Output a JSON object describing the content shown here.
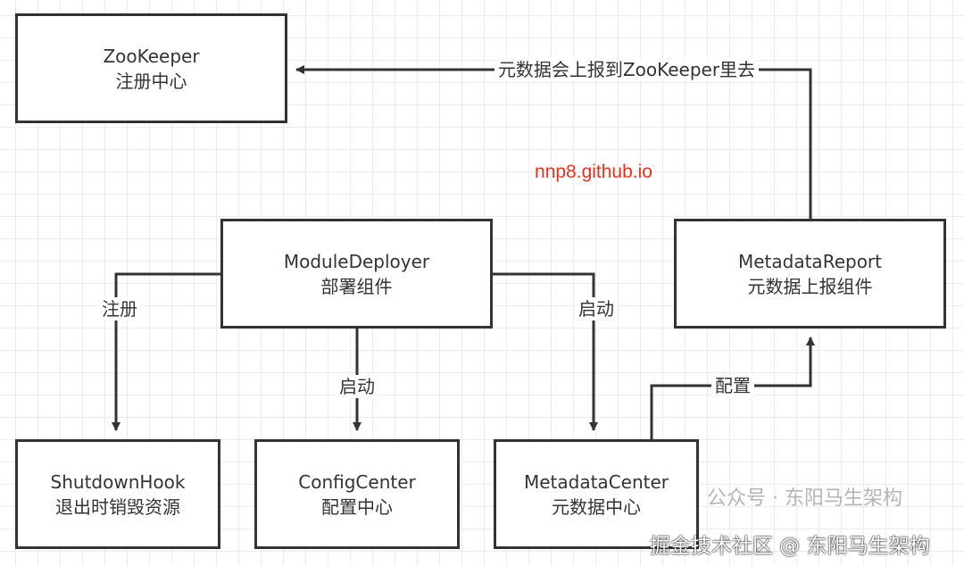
{
  "nodes": [
    {
      "id": "zookeeper",
      "title": "ZooKeeper",
      "subtitle": "注册中心"
    },
    {
      "id": "module-deployer",
      "title": "ModuleDeployer",
      "subtitle": "部署组件"
    },
    {
      "id": "metadata-report",
      "title": "MetadataReport",
      "subtitle": "元数据上报组件"
    },
    {
      "id": "shutdown-hook",
      "title": "ShutdownHook",
      "subtitle": "退出时销毁资源"
    },
    {
      "id": "config-center",
      "title": "ConfigCenter",
      "subtitle": "配置中心"
    },
    {
      "id": "metadata-center",
      "title": "MetadataCenter",
      "subtitle": "元数据中心"
    }
  ],
  "edges": [
    {
      "from": "metadata-report",
      "to": "zookeeper",
      "label": "元数据会上报到ZooKeeper里去"
    },
    {
      "from": "module-deployer",
      "to": "shutdown-hook",
      "label": "注册"
    },
    {
      "from": "module-deployer",
      "to": "config-center",
      "label": "启动"
    },
    {
      "from": "module-deployer",
      "to": "metadata-center",
      "label": "启动"
    },
    {
      "from": "metadata-center",
      "to": "metadata-report",
      "label": "配置"
    }
  ],
  "annotation": "nnp8.github.io",
  "watermark": "公众号 · 东阳马生架构",
  "watermark2": "掘金技术社区 @ 东阳马生架构",
  "colors": {
    "stroke": "#333333",
    "annotation": "#e8321e"
  }
}
